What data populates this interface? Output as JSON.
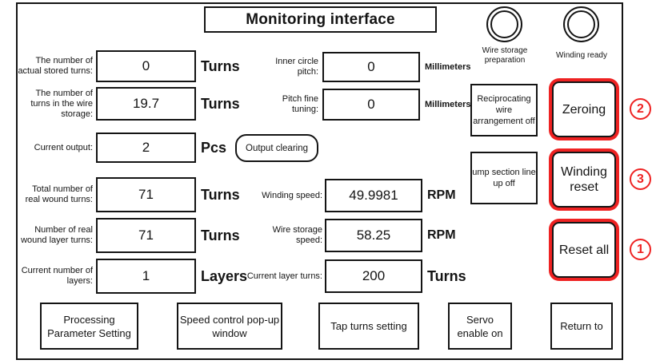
{
  "window": {
    "title": "Monitoring interface"
  },
  "left_fields": [
    {
      "label": "The number of actual stored turns:",
      "value": "0",
      "unit": "Turns"
    },
    {
      "label": "The number of turns in the wire storage:",
      "value": "19.7",
      "unit": "Turns"
    },
    {
      "label": "Current output:",
      "value": "2",
      "unit": "Pcs"
    },
    {
      "label": "Total number of real wound turns:",
      "value": "71",
      "unit": "Turns"
    },
    {
      "label": "Number of real wound layer turns:",
      "value": "71",
      "unit": "Turns"
    },
    {
      "label": "Current number of layers:",
      "value": "1",
      "unit": "Layers"
    }
  ],
  "middle_fields": [
    {
      "label": "Inner circle pitch:",
      "value": "0",
      "unit": "Millimeters"
    },
    {
      "label": "Pitch fine tuning:",
      "value": "0",
      "unit": "Millimeters"
    },
    {
      "label": "Winding speed:",
      "value": "49.9981",
      "unit": "RPM"
    },
    {
      "label": "Wire storage speed:",
      "value": "58.25",
      "unit": "RPM"
    },
    {
      "label": "Current layer turns:",
      "value": "200",
      "unit": "Turns"
    }
  ],
  "output_clearing_button": "Output clearing",
  "lamps": [
    {
      "label": "Wire storage preparation"
    },
    {
      "label": "Winding ready"
    }
  ],
  "mode_buttons": [
    {
      "label": "Reciprocating wire arrangement off"
    },
    {
      "label": "ump section line up off"
    }
  ],
  "reset_buttons": [
    {
      "label": "Zeroing",
      "badge": "2"
    },
    {
      "label": "Winding reset",
      "badge": "3"
    },
    {
      "label": "Reset all",
      "badge": "1"
    }
  ],
  "bottom_buttons": [
    {
      "label": "Processing Parameter Setting"
    },
    {
      "label": "Speed control pop-up window"
    },
    {
      "label": "Tap turns setting"
    },
    {
      "label": "Servo enable on"
    },
    {
      "label": "Return to"
    }
  ],
  "colors": {
    "accent_red": "#ee2222",
    "ink": "#141414",
    "background": "#ffffff"
  }
}
